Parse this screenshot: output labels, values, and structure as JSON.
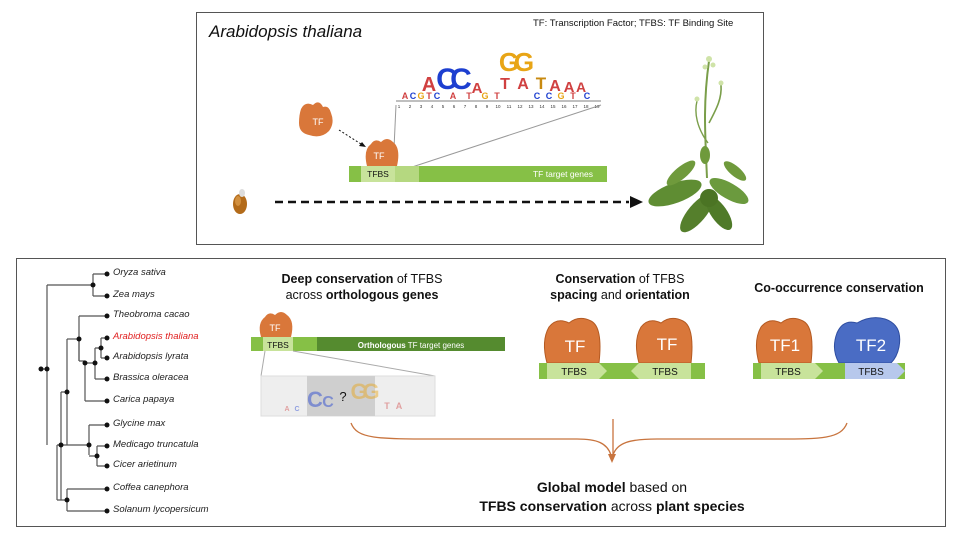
{
  "top": {
    "species_title": "Arabidopsis thaliana",
    "legend_note": "TF: Transcription Factor; TFBS: TF Binding Site",
    "tf_free_label": "TF",
    "tf_bound_label": "TF",
    "tfbs_label": "TFBS",
    "target_genes_label": "TF target genes",
    "logo_positions": [
      "1",
      "2",
      "3",
      "4",
      "5",
      "6",
      "7",
      "8",
      "9",
      "10",
      "11",
      "12",
      "13",
      "14",
      "15",
      "16",
      "17",
      "18",
      "19"
    ]
  },
  "bottom": {
    "tree_species": [
      {
        "name": "Oryza sativa",
        "highlight": false
      },
      {
        "name": "Zea mays",
        "highlight": false
      },
      {
        "name": "Theobroma cacao",
        "highlight": false
      },
      {
        "name": "Arabidopsis thaliana",
        "highlight": true
      },
      {
        "name": "Arabidopsis lyrata",
        "highlight": false
      },
      {
        "name": "Brassica oleracea",
        "highlight": false
      },
      {
        "name": "Carica papaya",
        "highlight": false
      },
      {
        "name": "Glycine max",
        "highlight": false
      },
      {
        "name": "Medicago truncatula",
        "highlight": false
      },
      {
        "name": "Cicer arietinum",
        "highlight": false
      },
      {
        "name": "Coffea canephora",
        "highlight": false
      },
      {
        "name": "Solanum lycopersicum",
        "highlight": false
      }
    ],
    "deep": {
      "title_bold1": "Deep conservation",
      "title_rest1": " of TFBS",
      "title_rest2": "across ",
      "title_bold2": "orthologous genes",
      "tf_label": "TF",
      "tfbs_label": "TFBS",
      "gene_bold": "Orthologous",
      "gene_rest": " TF target genes",
      "question_mark": "?"
    },
    "spacing": {
      "title_bold1": "Conservation",
      "title_rest1": " of TFBS",
      "title_bold2": "spacing",
      "title_rest2": " and ",
      "title_bold3": "orientation",
      "tf1_label": "TF",
      "tf2_label": "TF",
      "tfbs1_label": "TFBS",
      "tfbs2_label": "TFBS"
    },
    "cooc": {
      "title": "Co-occurrence conservation",
      "tf1_label": "TF1",
      "tf2_label": "TF2",
      "tfbs1_label": "TFBS",
      "tfbs2_label": "TFBS"
    },
    "global": {
      "line1_bold": "Global model",
      "line1_rest": " based on",
      "line2_bold1": "TFBS conservation",
      "line2_rest": " across ",
      "line2_bold2": "plant species"
    }
  },
  "colors": {
    "tf_orange": "#d9773a",
    "tf_blue": "#4a6cc4",
    "bar_green": "#86c046",
    "bar_light": "#c8e39b",
    "bar_dark": "#558b2f",
    "tree_highlight": "#e02020"
  }
}
